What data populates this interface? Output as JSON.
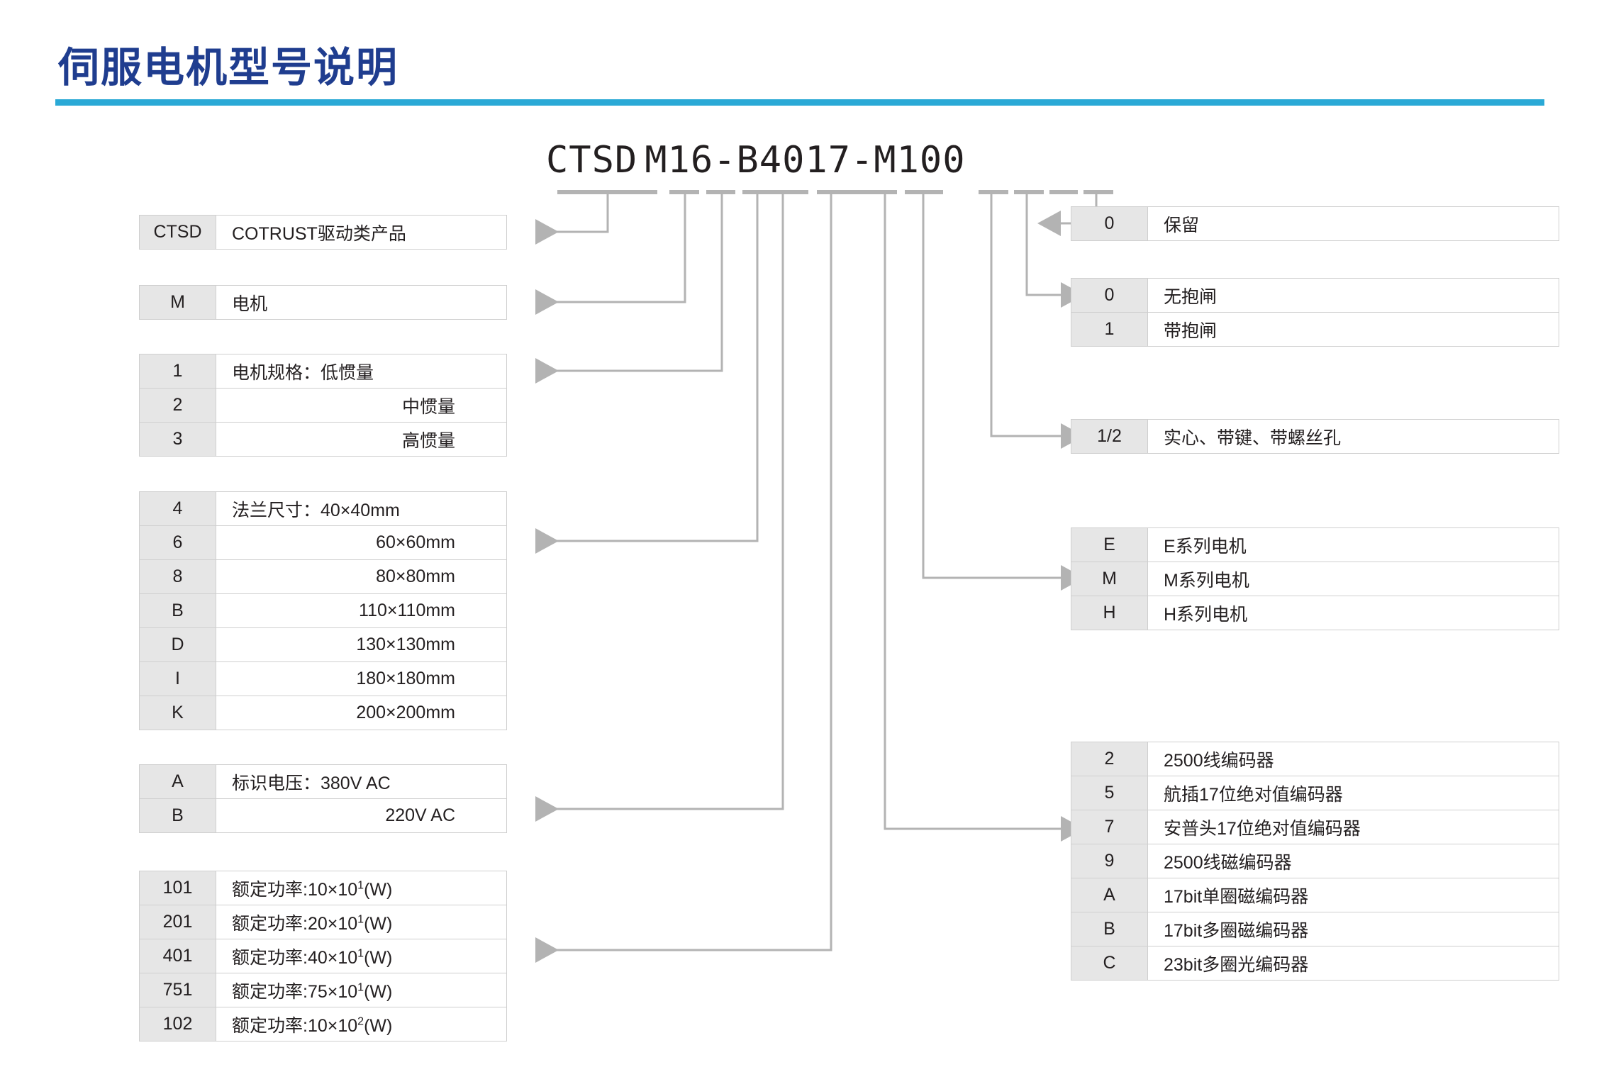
{
  "title": "伺服电机型号说明",
  "accent_color": "#1f3d8f",
  "rule_color": "#2aa9d6",
  "model_code": {
    "prefix": "CTSD",
    "suffix": "M16-B4017-M100",
    "full": "CTSD M16-B4017-M100",
    "segments": [
      "CTSD",
      "M",
      "1",
      "6",
      "B",
      "40",
      "1",
      "7",
      "M",
      "1",
      "00"
    ]
  },
  "left_tables": [
    {
      "name": "product-family",
      "rows": [
        {
          "code": "CTSD",
          "desc": "COTRUST驱动类产品",
          "align": "left"
        }
      ]
    },
    {
      "name": "device-type",
      "rows": [
        {
          "code": "M",
          "desc": "电机",
          "align": "left"
        }
      ]
    },
    {
      "name": "motor-spec",
      "rows": [
        {
          "code": "1",
          "desc": "电机规格：低惯量",
          "align": "left"
        },
        {
          "code": "2",
          "desc": "中惯量",
          "align": "right"
        },
        {
          "code": "3",
          "desc": "高惯量",
          "align": "right"
        }
      ]
    },
    {
      "name": "flange-size",
      "rows": [
        {
          "code": "4",
          "desc": "法兰尺寸：40×40mm",
          "align": "left"
        },
        {
          "code": "6",
          "desc": "60×60mm",
          "align": "right"
        },
        {
          "code": "8",
          "desc": "80×80mm",
          "align": "right"
        },
        {
          "code": "B",
          "desc": "110×110mm",
          "align": "right"
        },
        {
          "code": "D",
          "desc": "130×130mm",
          "align": "right"
        },
        {
          "code": "I",
          "desc": "180×180mm",
          "align": "right"
        },
        {
          "code": "K",
          "desc": "200×200mm",
          "align": "right"
        }
      ]
    },
    {
      "name": "rated-voltage",
      "rows": [
        {
          "code": "A",
          "desc": "标识电压：380V AC",
          "align": "left"
        },
        {
          "code": "B",
          "desc": "220V AC",
          "align": "right"
        }
      ]
    },
    {
      "name": "rated-power",
      "rows": [
        {
          "code": "101",
          "desc": "额定功率:10×10",
          "sup": "1",
          "tail": "(W)",
          "align": "left"
        },
        {
          "code": "201",
          "desc": "额定功率:20×10",
          "sup": "1",
          "tail": "(W)",
          "align": "left"
        },
        {
          "code": "401",
          "desc": "额定功率:40×10",
          "sup": "1",
          "tail": "(W)",
          "align": "left"
        },
        {
          "code": "751",
          "desc": "额定功率:75×10",
          "sup": "1",
          "tail": "(W)",
          "align": "left"
        },
        {
          "code": "102",
          "desc": "额定功率:10×10",
          "sup": "2",
          "tail": "(W)",
          "align": "left"
        }
      ]
    }
  ],
  "right_tables": [
    {
      "name": "reserved",
      "rows": [
        {
          "code": "0",
          "desc": "保留"
        }
      ]
    },
    {
      "name": "brake-option",
      "rows": [
        {
          "code": "0",
          "desc": "无抱闸"
        },
        {
          "code": "1",
          "desc": "带抱闸"
        }
      ]
    },
    {
      "name": "shaft-type",
      "rows": [
        {
          "code": "1/2",
          "desc": "实心、带键、带螺丝孔"
        }
      ]
    },
    {
      "name": "motor-series",
      "rows": [
        {
          "code": "E",
          "desc": "E系列电机"
        },
        {
          "code": "M",
          "desc": "M系列电机"
        },
        {
          "code": "H",
          "desc": "H系列电机"
        }
      ]
    },
    {
      "name": "encoder-type",
      "rows": [
        {
          "code": "2",
          "desc": "2500线编码器"
        },
        {
          "code": "5",
          "desc": "航插17位绝对值编码器"
        },
        {
          "code": "7",
          "desc": "安普头17位绝对值编码器"
        },
        {
          "code": "9",
          "desc": "2500线磁编码器"
        },
        {
          "code": "A",
          "desc": "17bit单圈磁编码器"
        },
        {
          "code": "B",
          "desc": "17bit多圈磁编码器"
        },
        {
          "code": "C",
          "desc": "23bit多圈光编码器"
        }
      ]
    }
  ]
}
